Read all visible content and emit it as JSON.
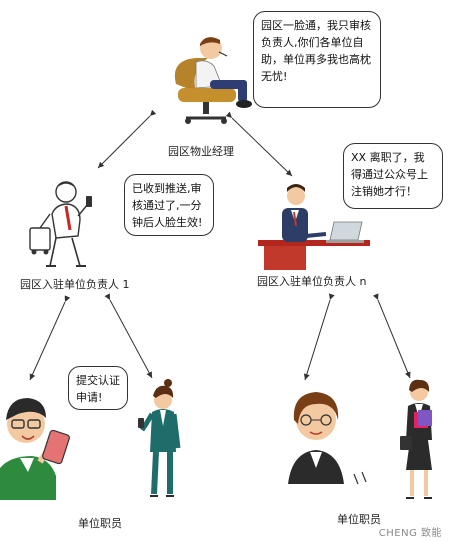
{
  "nodes": {
    "manager": {
      "label": "园区物业经理",
      "bubble": "园区一脸通，我只审核负责人,你们各单位自助，单位再多我也高枕无忧!"
    },
    "head1": {
      "label": "园区入驻单位负责人 1",
      "bubble": "已收到推送,审核通过了,一分钟后人脸生效!"
    },
    "headn": {
      "label": "园区入驻单位负责人 n",
      "bubble": "XX 离职了，我得通过公众号上注销她才行！"
    },
    "staff_left": {
      "label": "单位职员",
      "bubble": "提交认证申请!"
    },
    "staff_right": {
      "label": "单位职员"
    }
  },
  "watermark": "CHENG 致能"
}
